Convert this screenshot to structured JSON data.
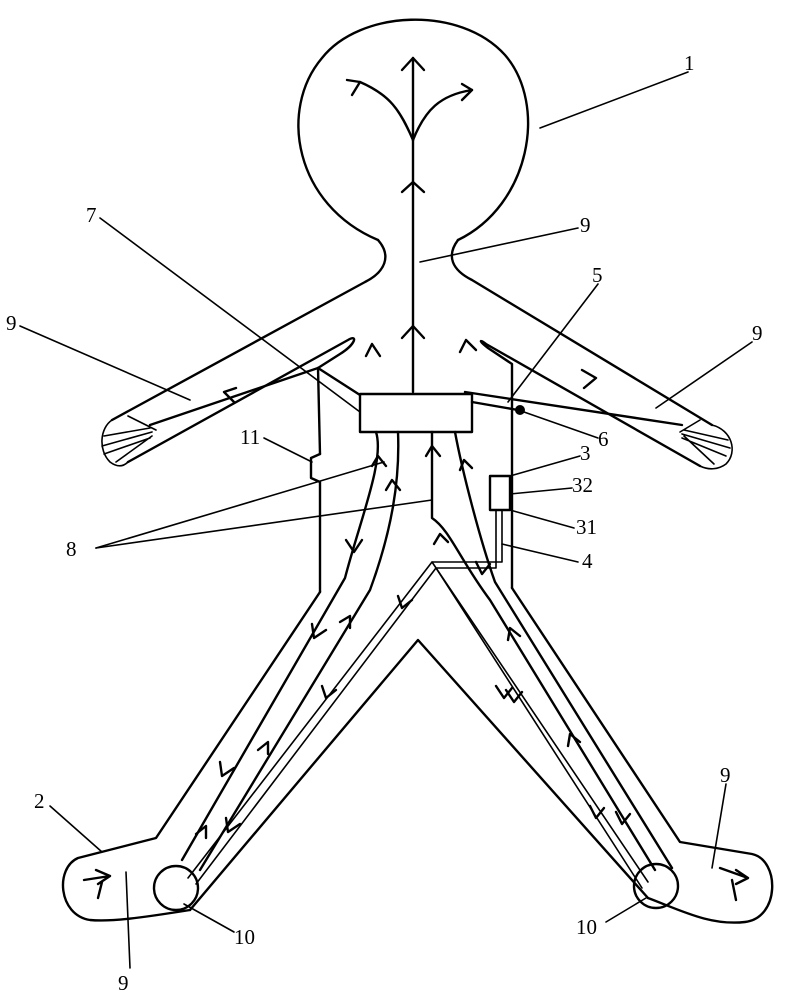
{
  "labels": {
    "l1": "1",
    "l2": "2",
    "l3": "3",
    "l4": "4",
    "l5": "5",
    "l6": "6",
    "l7": "7",
    "l8": "8",
    "l9_neck": "9",
    "l9_left_arm": "9",
    "l9_right_arm": "9",
    "l9_left_foot": "9",
    "l9_right_foot": "9",
    "l10_left": "10",
    "l10_right": "10",
    "l11": "11",
    "l31": "31",
    "l32": "32"
  }
}
